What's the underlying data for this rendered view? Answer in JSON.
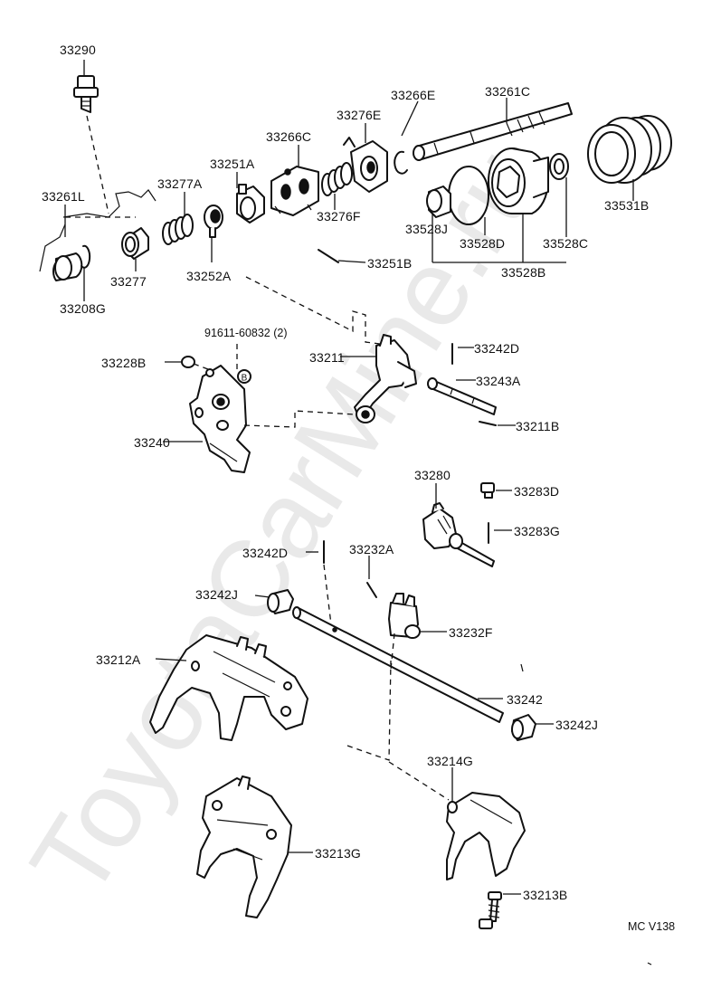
{
  "watermark": "ToyotaCarMine.ru",
  "diagram_code": "MC V138",
  "parts": {
    "p33290": "33290",
    "p33266E": "33266E",
    "p33261C": "33261C",
    "p33276E": "33276E",
    "p33266C": "33266C",
    "p33251A": "33251A",
    "p33277A": "33277A",
    "p33261L": "33261L",
    "p33276F": "33276F",
    "p33528J": "33528J",
    "p33528D": "33528D",
    "p33528C": "33528C",
    "p33531B": "33531B",
    "p33277": "33277",
    "p33252A": "33252A",
    "p33251B": "33251B",
    "p33528B": "33528B",
    "p33208G": "33208G",
    "p91611": "91611-60832 (2)",
    "p33211": "33211",
    "p33242D_a": "33242D",
    "p33228B": "33228B",
    "p33243A": "33243A",
    "p33211B": "33211B",
    "p33240": "33240",
    "p33280": "33280",
    "p33283D": "33283D",
    "p33283G": "33283G",
    "p33242D_b": "33242D",
    "p33232A": "33232A",
    "p33242J_a": "33242J",
    "p33232F": "33232F",
    "p33212A": "33212A",
    "p33242": "33242",
    "p33242J_b": "33242J",
    "p33214G": "33214G",
    "p33213G": "33213G",
    "p33213B": "33213B",
    "bolt_marker": "B"
  }
}
